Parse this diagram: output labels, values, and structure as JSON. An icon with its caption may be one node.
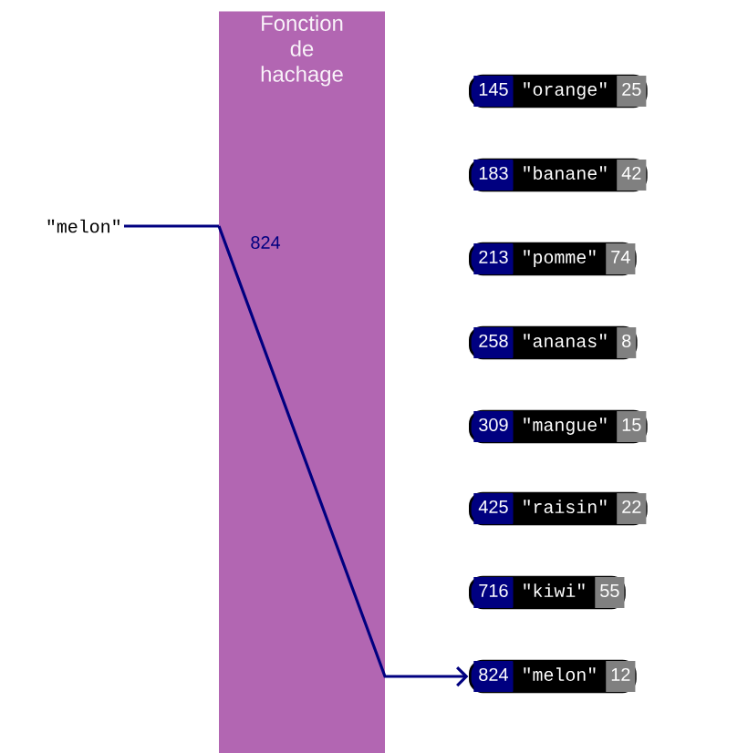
{
  "diagram": {
    "nodes": [
      {
        "text": [
          "\"melon\""
        ]
      },
      {
        "text": [
          "Fonction de hachage"
        ]
      },
      {
        "text": [
          "145",
          "\"orange\"",
          "25"
        ]
      },
      {
        "text": [
          "183",
          "\"banane\"",
          "42"
        ]
      },
      {
        "text": [
          "213",
          "\"pomme\"",
          "74"
        ]
      },
      {
        "text": [
          "258",
          "\"ananas\"",
          "8"
        ]
      },
      {
        "text": [
          "309",
          "\"mangue\"",
          "15"
        ]
      },
      {
        "text": [
          "425",
          "\"raisin\"",
          "22"
        ]
      },
      {
        "text": [
          "716",
          "\"kiwi\"",
          "55"
        ]
      },
      {
        "text": [
          "824",
          "\"melon\"",
          "12"
        ]
      }
    ],
    "edges": [
      {
        "from": 0,
        "to": 1,
        "arrow": "none"
      },
      {
        "from": 1,
        "to": 9,
        "arrow": "to",
        "label": "824"
      }
    ]
  }
}
